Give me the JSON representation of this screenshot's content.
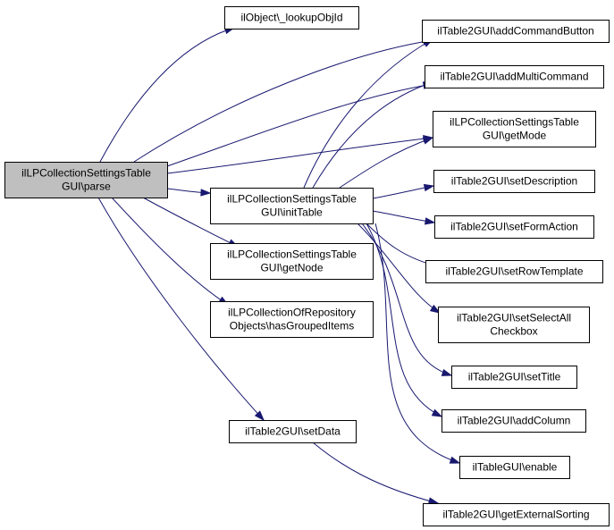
{
  "diagram": {
    "edge_color": "#191970",
    "root_fill": "#bfbfbf",
    "nodes": [
      {
        "id": "parse",
        "lines": [
          "ilLPCollectionSettingsTable",
          "GUI\\parse"
        ]
      },
      {
        "id": "lookupObjId",
        "lines": [
          "ilObject\\_lookupObjId"
        ]
      },
      {
        "id": "initTable",
        "lines": [
          "ilLPCollectionSettingsTable",
          "GUI\\initTable"
        ]
      },
      {
        "id": "getNode",
        "lines": [
          "ilLPCollectionSettingsTable",
          "GUI\\getNode"
        ]
      },
      {
        "id": "hasGroupedItems",
        "lines": [
          "ilLPCollectionOfRepository",
          "Objects\\hasGroupedItems"
        ]
      },
      {
        "id": "setData",
        "lines": [
          "ilTable2GUI\\setData"
        ]
      },
      {
        "id": "addCommandButton",
        "lines": [
          "ilTable2GUI\\addCommandButton"
        ]
      },
      {
        "id": "addMultiCommand",
        "lines": [
          "ilTable2GUI\\addMultiCommand"
        ]
      },
      {
        "id": "getMode",
        "lines": [
          "ilLPCollectionSettingsTable",
          "GUI\\getMode"
        ]
      },
      {
        "id": "setDescription",
        "lines": [
          "ilTable2GUI\\setDescription"
        ]
      },
      {
        "id": "setFormAction",
        "lines": [
          "ilTable2GUI\\setFormAction"
        ]
      },
      {
        "id": "setRowTemplate",
        "lines": [
          "ilTable2GUI\\setRowTemplate"
        ]
      },
      {
        "id": "setSelectAllCheckbox",
        "lines": [
          "ilTable2GUI\\setSelectAll",
          "Checkbox"
        ]
      },
      {
        "id": "setTitle",
        "lines": [
          "ilTable2GUI\\setTitle"
        ]
      },
      {
        "id": "addColumn",
        "lines": [
          "ilTable2GUI\\addColumn"
        ]
      },
      {
        "id": "enable",
        "lines": [
          "ilTableGUI\\enable"
        ]
      },
      {
        "id": "getExternalSorting",
        "lines": [
          "ilTable2GUI\\getExternalSorting"
        ]
      }
    ],
    "edges": [
      {
        "from": "parse",
        "to": "lookupObjId"
      },
      {
        "from": "parse",
        "to": "addCommandButton"
      },
      {
        "from": "parse",
        "to": "addMultiCommand"
      },
      {
        "from": "parse",
        "to": "getMode"
      },
      {
        "from": "parse",
        "to": "initTable"
      },
      {
        "from": "parse",
        "to": "getNode"
      },
      {
        "from": "parse",
        "to": "hasGroupedItems"
      },
      {
        "from": "parse",
        "to": "setData"
      },
      {
        "from": "initTable",
        "to": "addCommandButton"
      },
      {
        "from": "initTable",
        "to": "addMultiCommand"
      },
      {
        "from": "initTable",
        "to": "getMode"
      },
      {
        "from": "initTable",
        "to": "setDescription"
      },
      {
        "from": "initTable",
        "to": "setFormAction"
      },
      {
        "from": "initTable",
        "to": "setRowTemplate"
      },
      {
        "from": "initTable",
        "to": "setSelectAllCheckbox"
      },
      {
        "from": "initTable",
        "to": "setTitle"
      },
      {
        "from": "initTable",
        "to": "addColumn"
      },
      {
        "from": "initTable",
        "to": "enable"
      },
      {
        "from": "setData",
        "to": "getExternalSorting"
      }
    ]
  }
}
